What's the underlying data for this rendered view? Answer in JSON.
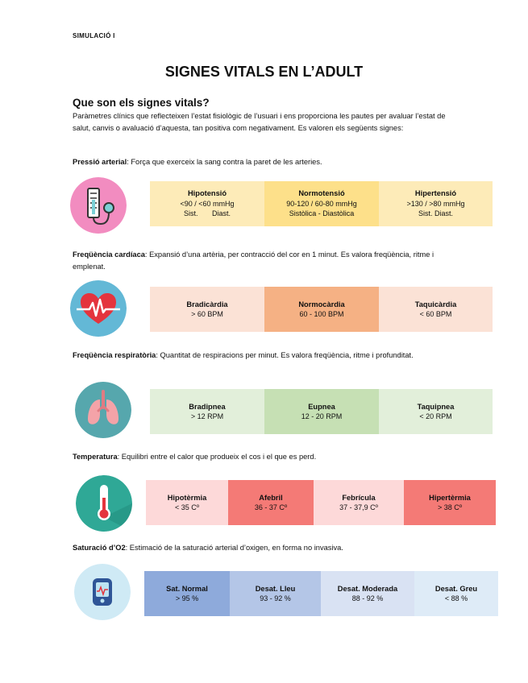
{
  "header": {
    "label": "SIMULACIÓ I"
  },
  "title": "SIGNES VITALS EN L’ADULT",
  "intro": {
    "heading": "Que son els signes vitals?",
    "text": "Paràmetres clínics que reflecteixen l’estat fisiològic de l’usuari i ens proporciona les pautes per avaluar l’estat de salut, canvis o avaluació d’aquesta, tan positiva com negativament. Es valoren els següents signes:"
  },
  "sections": [
    {
      "name": "Pressió arterial",
      "description": ": Força que exerceix la sang contra la paret de les arteries.",
      "icon": "blood-pressure-icon",
      "icon_bg": "#f28cc0",
      "cells": [
        {
          "title": "Hipotensió",
          "line1": "<90 / <60 mmHg",
          "line2": "Sist.       Diast.",
          "color": "#fdebb8"
        },
        {
          "title": "Normotensió",
          "line1": "90-120 / 60-80 mmHg",
          "line2": "Sistòlica - Diastòlica",
          "color": "#fde08a"
        },
        {
          "title": "Hipertensió",
          "line1": ">130 / >80 mmHg",
          "line2": "Sist. Diast.",
          "color": "#fdebb8"
        }
      ]
    },
    {
      "name": "Freqüència cardíaca",
      "description": ": Expansió d’una artèria, per contracció del cor en 1 minut. Es valora freqüència, ritme i emplenat.",
      "icon": "heart-rate-icon",
      "icon_bg": "#63b8d6",
      "cells": [
        {
          "title": "Bradicàrdia",
          "line1": "> 60 BPM",
          "line2": "",
          "color": "#fbe2d6"
        },
        {
          "title": "Normocàrdia",
          "line1": "60 - 100 BPM",
          "line2": "",
          "color": "#f5b184"
        },
        {
          "title": "Taquicàrdia",
          "line1": "< 60 BPM",
          "line2": "",
          "color": "#fbe2d6"
        }
      ]
    },
    {
      "name": "Freqüència respiratòria",
      "description": ": Quantitat de respiracions per minut. Es valora freqüència, ritme i profunditat.",
      "icon": "lungs-icon",
      "icon_bg": "#56a7ad",
      "cells": [
        {
          "title": "Bradipnea",
          "line1": "> 12 RPM",
          "line2": "",
          "color": "#e2efda"
        },
        {
          "title": "Eupnea",
          "line1": "12 - 20 RPM",
          "line2": "",
          "color": "#c6e0b4"
        },
        {
          "title": "Taquipnea",
          "line1": "< 20 RPM",
          "line2": "",
          "color": "#e2efda"
        }
      ]
    },
    {
      "name": "Temperatura",
      "description": ": Equilibri entre el calor que produeix el cos i el que es perd.",
      "icon": "thermometer-icon",
      "icon_bg": "#2fa896",
      "cells": [
        {
          "title": "Hipotèrmia",
          "line1": "< 35 Cº",
          "line2": "",
          "color": "#fdd9d9"
        },
        {
          "title": "Afebril",
          "line1": "36 - 37 Cº",
          "line2": "",
          "color": "#f47a76"
        },
        {
          "title": "Febrícula",
          "line1": "37 - 37,9 Cº",
          "line2": "",
          "color": "#fdd9d9"
        },
        {
          "title": "Hipertèrmia",
          "line1": "> 38 Cº",
          "line2": "",
          "color": "#f47a76"
        }
      ]
    },
    {
      "name": "Saturació d’O2",
      "description": ": Estimació de la saturació arterial d’oxigen, en forma no invasiva.",
      "icon": "pulse-oximeter-icon",
      "icon_bg": "#cfeaf5",
      "cells": [
        {
          "title": "Sat. Normal",
          "line1": "> 95 %",
          "line2": "",
          "color": "#8eaadb"
        },
        {
          "title": "Desat. Lleu",
          "line1": "93 - 92 %",
          "line2": "",
          "color": "#b4c6e7"
        },
        {
          "title": "Desat. Moderada",
          "line1": "88 - 92 %",
          "line2": "",
          "color": "#d9e2f3"
        },
        {
          "title": "Desat. Greu",
          "line1": "< 88 %",
          "line2": "",
          "color": "#deebf7"
        }
      ]
    }
  ]
}
